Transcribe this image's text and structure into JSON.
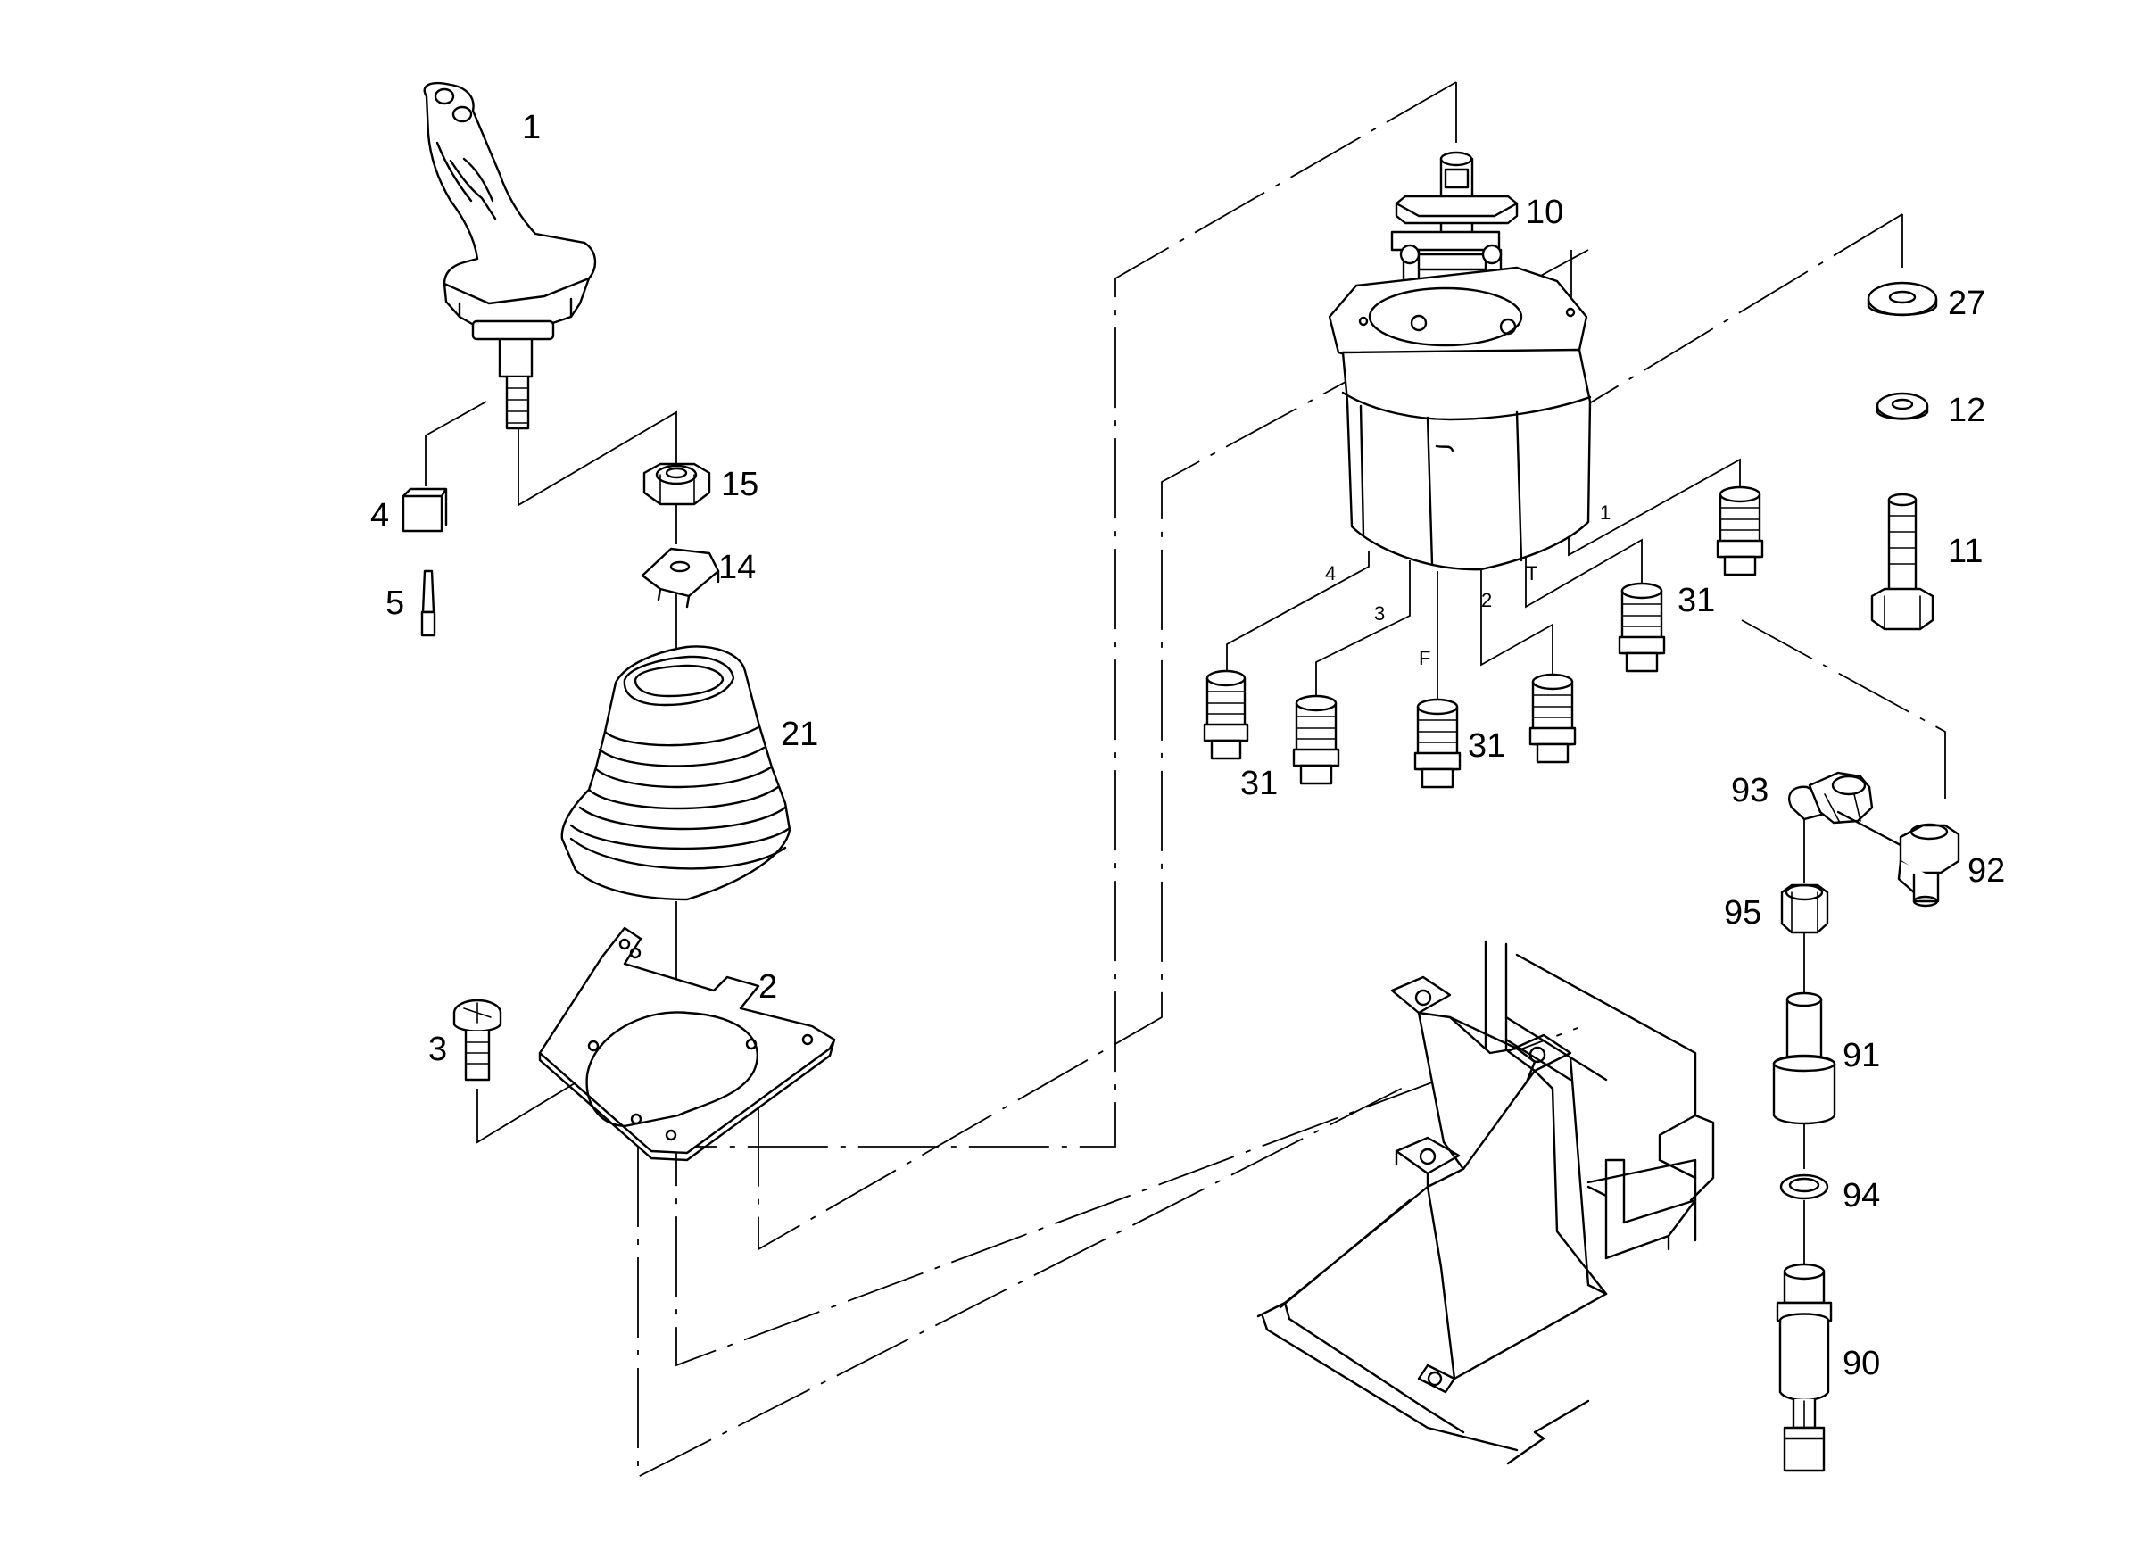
{
  "parts": [
    {
      "id": "p1",
      "label": "1"
    },
    {
      "id": "p2",
      "label": "2"
    },
    {
      "id": "p3",
      "label": "3"
    },
    {
      "id": "p4",
      "label": "4"
    },
    {
      "id": "p5",
      "label": "5"
    },
    {
      "id": "p10",
      "label": "10"
    },
    {
      "id": "p11",
      "label": "11"
    },
    {
      "id": "p12",
      "label": "12"
    },
    {
      "id": "p14",
      "label": "14"
    },
    {
      "id": "p15",
      "label": "15"
    },
    {
      "id": "p21",
      "label": "21"
    },
    {
      "id": "p27",
      "label": "27"
    },
    {
      "id": "p31a",
      "label": "31"
    },
    {
      "id": "p31b",
      "label": "31"
    },
    {
      "id": "p31c",
      "label": "31"
    },
    {
      "id": "p90",
      "label": "90"
    },
    {
      "id": "p91",
      "label": "91"
    },
    {
      "id": "p92",
      "label": "92"
    },
    {
      "id": "p93",
      "label": "93"
    },
    {
      "id": "p94",
      "label": "94"
    },
    {
      "id": "p95",
      "label": "95"
    }
  ],
  "ports": [
    "4",
    "3",
    "F",
    "2",
    "T",
    "1"
  ]
}
